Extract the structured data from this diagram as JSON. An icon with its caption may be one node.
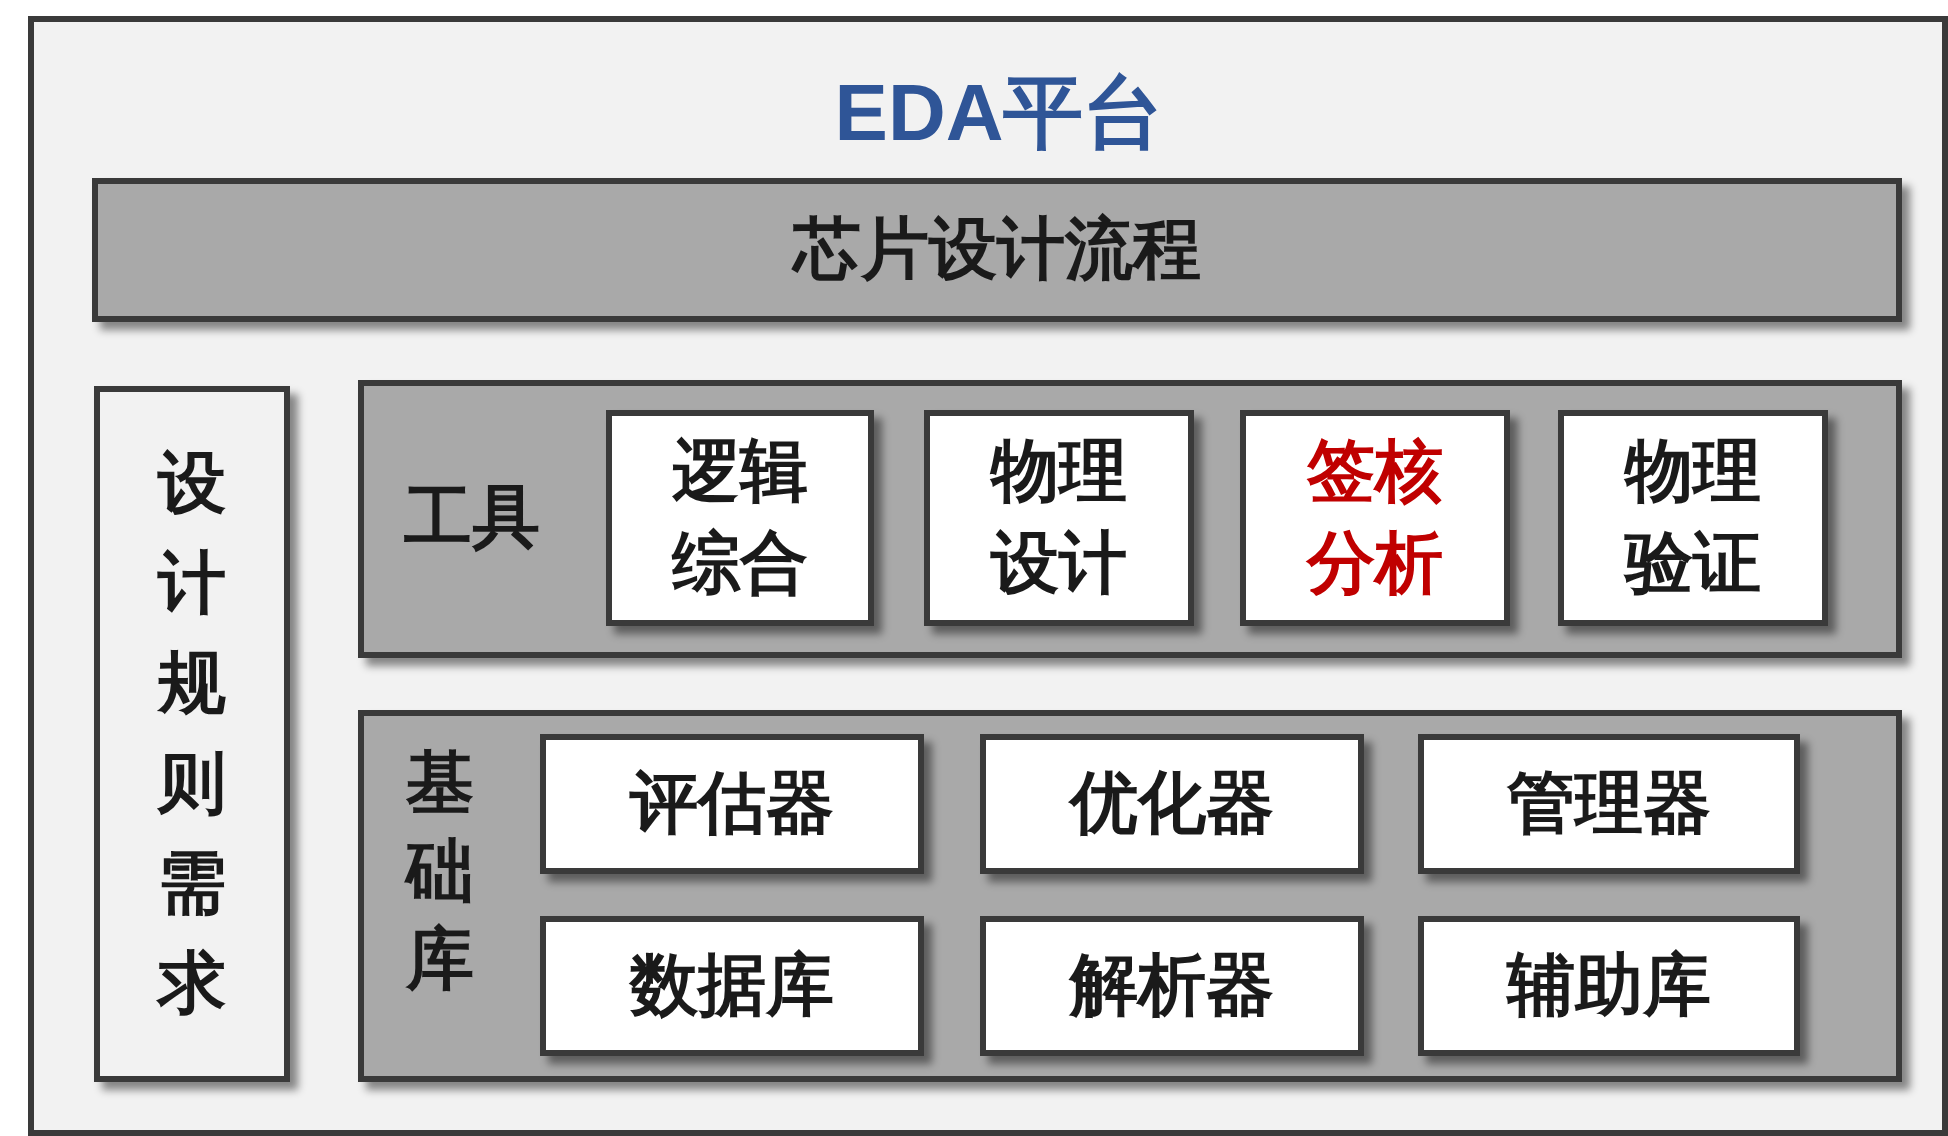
{
  "diagram": {
    "nodes": [
      {
        "text": [
          "EDA平台"
        ]
      },
      {
        "text": [
          "芯片设计流程"
        ],
        "in": 0
      },
      {
        "text": [
          "设计规则需求"
        ],
        "in": 0
      },
      {
        "text": [
          "工具"
        ],
        "in": 0
      },
      {
        "text": [
          "逻辑综合"
        ],
        "in": 3
      },
      {
        "text": [
          "物理设计"
        ],
        "in": 3
      },
      {
        "text": [
          "签核分析"
        ],
        "in": 3
      },
      {
        "text": [
          "物理验证"
        ],
        "in": 3
      },
      {
        "text": [
          "基础库"
        ],
        "in": 0
      },
      {
        "text": [
          "评估器"
        ],
        "in": 8
      },
      {
        "text": [
          "优化器"
        ],
        "in": 8
      },
      {
        "text": [
          "管理器"
        ],
        "in": 8
      },
      {
        "text": [
          "数据库"
        ],
        "in": 8
      },
      {
        "text": [
          "解析器"
        ],
        "in": 8
      },
      {
        "text": [
          "辅助库"
        ],
        "in": 8
      }
    ]
  }
}
